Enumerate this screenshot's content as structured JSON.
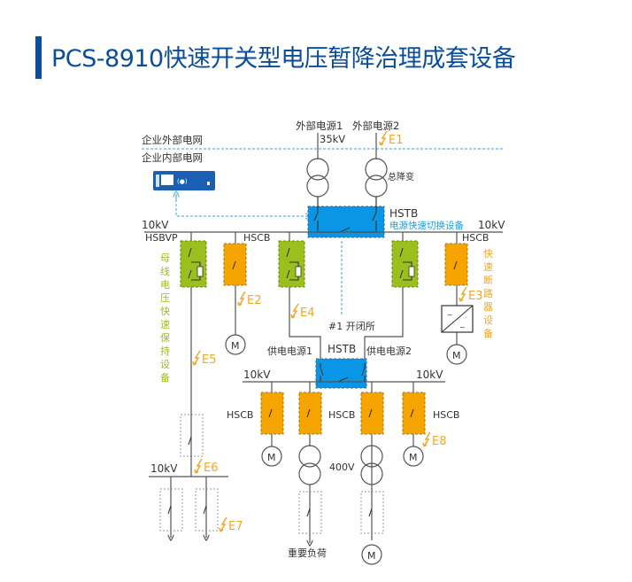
{
  "header": {
    "title": "PCS-8910快速开关型电压暂降治理成套设备"
  },
  "colors": {
    "brand_blue": "#0a4e9b",
    "hstb_blue": "#0a96e6",
    "hsbvp_green": "#9bbf1c",
    "hscb_orange": "#f5a400",
    "fault_orange": "#f5a623",
    "comm_dashed": "#5ab8e6",
    "line_gray": "#555555"
  },
  "diagram": {
    "grid_labels": {
      "external_grid": "企业外部电网",
      "internal_grid": "企业内部电网"
    },
    "sources": {
      "source1": "外部电源1",
      "source2": "外部电源2",
      "voltage_35kv": "35kV",
      "main_transformer": "总降变"
    },
    "main_bus": {
      "left_voltage": "10kV",
      "right_voltage": "10kV",
      "hstb_label": "HSTB",
      "hstb_desc": "电源快速切换设备",
      "hsbvp_label": "HSBVP",
      "hsbvp_desc": "母线电压快速保持设备",
      "hscb_left_label": "HSCB",
      "hscb_right_label": "HSCB",
      "hscb_desc": "快速断路器设备"
    },
    "substation": {
      "name": "#1 开闭所",
      "hstb_label": "HSTB",
      "supply1": "供电电源1",
      "supply2": "供电电源2",
      "left_voltage": "10kV",
      "right_voltage": "10kV",
      "hscb_labels": [
        "HSCB",
        "HSCB",
        "HSCB"
      ],
      "low_voltage": "400V",
      "important_load": "重要负荷"
    },
    "lower_bus": {
      "voltage": "10kV"
    },
    "motor_label": "M",
    "faults": [
      "E1",
      "E2",
      "E3",
      "E4",
      "E5",
      "E6",
      "E7",
      "E8"
    ]
  }
}
